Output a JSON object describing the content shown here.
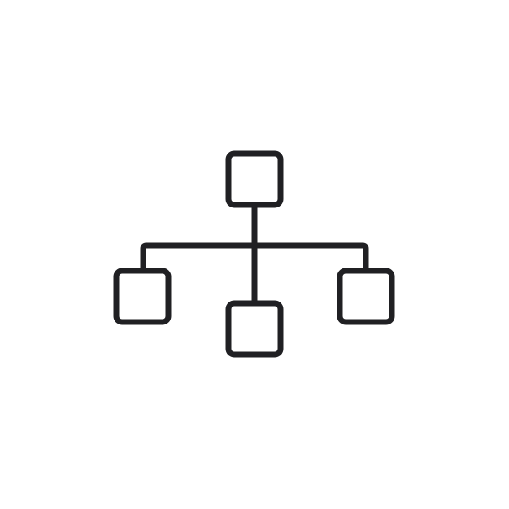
{
  "icon": {
    "name": "hierarchy-sitemap-icon",
    "stroke_color": "#202023",
    "background_color": "#ffffff",
    "nodes": [
      {
        "id": "root",
        "role": "parent"
      },
      {
        "id": "left",
        "role": "child"
      },
      {
        "id": "center",
        "role": "child"
      },
      {
        "id": "right",
        "role": "child"
      }
    ]
  }
}
